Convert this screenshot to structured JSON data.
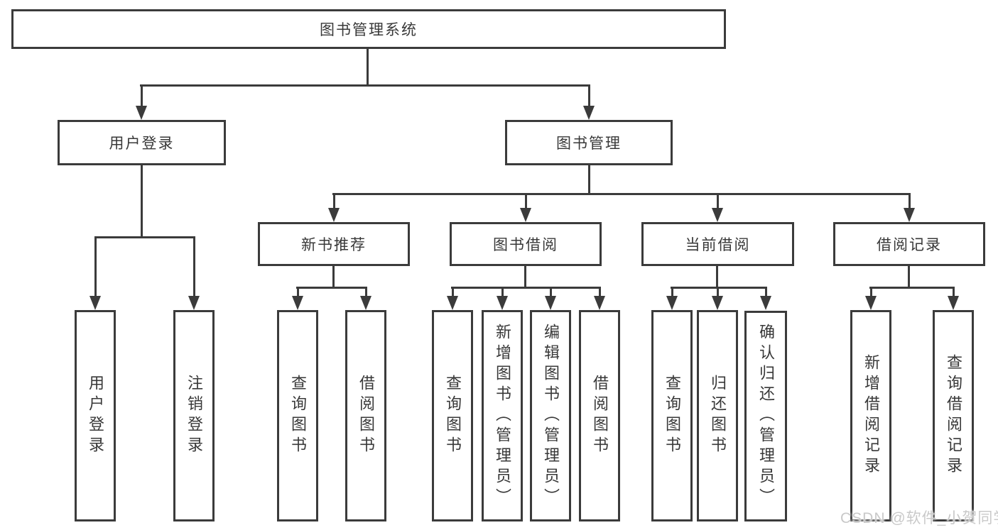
{
  "diagram": {
    "root": {
      "label": "图书管理系统"
    },
    "branches": [
      {
        "label": "用户登录",
        "leaves": [
          "用户登录",
          "注销登录"
        ]
      },
      {
        "label": "图书管理",
        "groups": [
          {
            "label": "新书推荐",
            "leaves": [
              "查询图书",
              "借阅图书"
            ]
          },
          {
            "label": "图书借阅",
            "leaves": [
              "查询图书",
              "新增图书（管理员）",
              "编辑图书（管理员）",
              "借阅图书"
            ]
          },
          {
            "label": "当前借阅",
            "leaves": [
              "查询图书",
              "归还图书",
              "确认归还（管理员）"
            ]
          },
          {
            "label": "借阅记录",
            "leaves": [
              "新增借阅记录",
              "查询借阅记录"
            ]
          }
        ]
      }
    ]
  },
  "watermark": {
    "text": "CSDN @软件_小贺同学"
  },
  "colors": {
    "line": "#3b3b3b",
    "text": "#383838",
    "background": "#ffffff",
    "watermark": "#c9c9c9"
  }
}
